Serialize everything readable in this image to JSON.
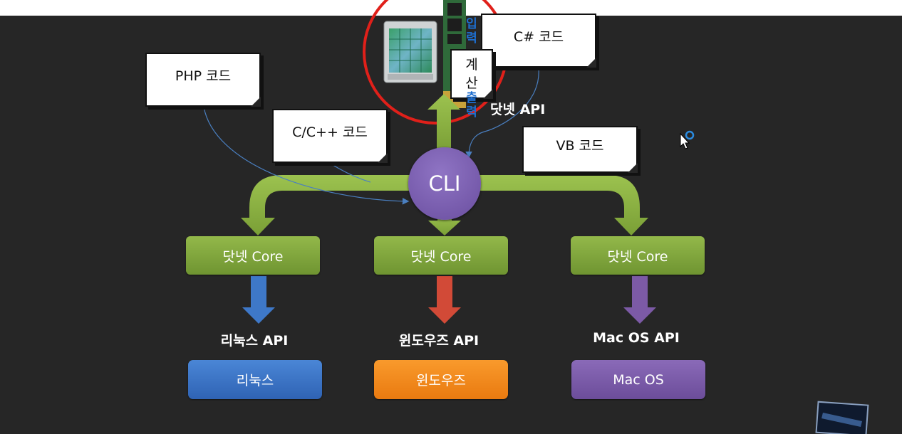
{
  "notes": {
    "php": "PHP 코드",
    "cpp": "C/C++ 코드",
    "csharp": "C# 코드",
    "vb": "VB 코드",
    "calc_chars": [
      "계",
      "산"
    ]
  },
  "vertical_overlay": {
    "top_chars": [
      "입",
      "력"
    ],
    "bottom_chars": [
      "출",
      "력"
    ]
  },
  "dotnet_api": "닷넷 API",
  "cli": "CLI",
  "cores": [
    {
      "label": "닷넷 Core"
    },
    {
      "label": "닷넷 Core"
    },
    {
      "label": "닷넷 Core"
    }
  ],
  "apis": [
    {
      "label": "리눅스 API"
    },
    {
      "label": "윈도우즈 API"
    },
    {
      "label": "Mac OS API"
    }
  ],
  "platforms": [
    {
      "label": "리눅스",
      "color": "#3a72c4"
    },
    {
      "label": "윈도우즈",
      "color": "#f2871a"
    },
    {
      "label": "Mac OS",
      "color": "#7a5aa8"
    }
  ],
  "colors": {
    "flow_green": "#89ad3d",
    "linux_arrow": "#3e78c8",
    "windows_arrow": "#d24a37",
    "mac_arrow": "#7c5aa6",
    "highlight_circle": "#e0201a",
    "connector": "#4a7fc0"
  }
}
